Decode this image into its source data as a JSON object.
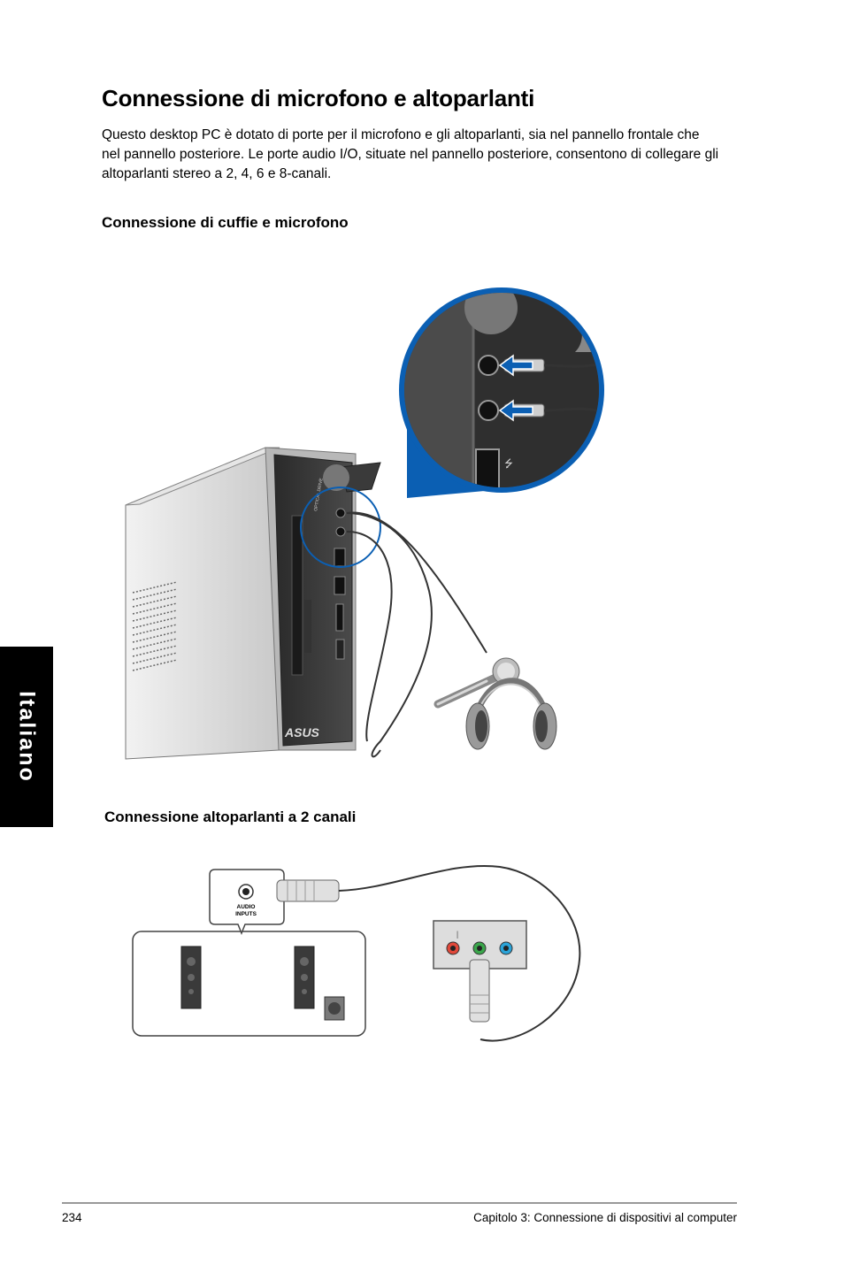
{
  "page": {
    "title": "Connessione di microfono e altoparlanti",
    "intro": "Questo desktop PC è dotato di porte per il microfono e gli altoparlanti, sia nel pannello frontale che nel pannello posteriore. Le porte audio I/O, situate nel pannello posteriore, consentono di collegare gli altoparlanti stereo a 2, 4, 6 e 8-canali.",
    "section1_heading": "Connessione di cuffie e microfono",
    "section2_heading": "Connessione altoparlanti a 2 canali"
  },
  "side_tab": {
    "label": "Italiano"
  },
  "figure1": {
    "brand_logo": "ASUS",
    "drive_label": "OPTICAL DRIVE",
    "usb_symbol": "⭍"
  },
  "figure2": {
    "audio_label_line1": "AUDIO",
    "audio_label_line2": "INPUTS"
  },
  "footer": {
    "page_number": "234",
    "chapter": "Capitolo 3: Connessione di dispositivi al computer"
  },
  "colors": {
    "accent_blue": "#0b5fb3",
    "jack_pink": "#e0483a",
    "jack_green": "#3aa64b",
    "jack_blue": "#2aa3d8"
  }
}
